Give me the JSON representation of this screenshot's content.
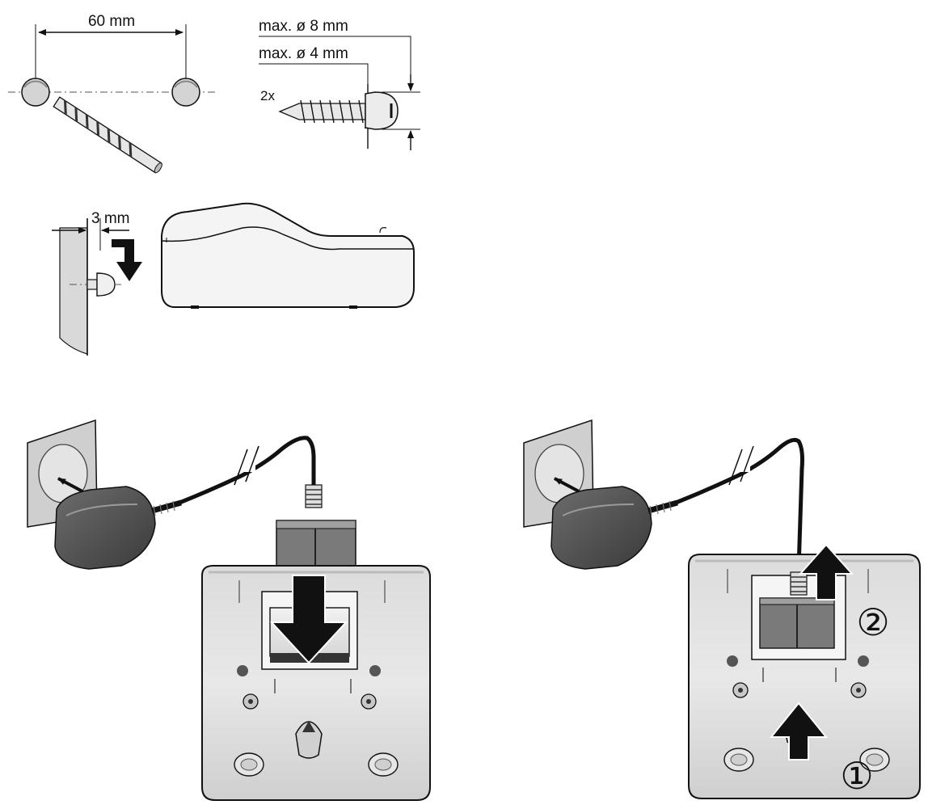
{
  "labels": {
    "hole_spacing": "60 mm",
    "head_diameter": "max. ø 8 mm",
    "shank_diameter": "max. ø 4 mm",
    "quantity": "2x",
    "wall_gap": "3 mm",
    "step_one": "①",
    "step_two": "②"
  },
  "icons": [
    "drill-hole-icon",
    "drill-bit-icon",
    "screw-icon",
    "down-arrow-icon",
    "up-arrow-icon",
    "power-socket-icon",
    "power-adapter-icon",
    "rj-plug-icon",
    "base-station-icon"
  ]
}
